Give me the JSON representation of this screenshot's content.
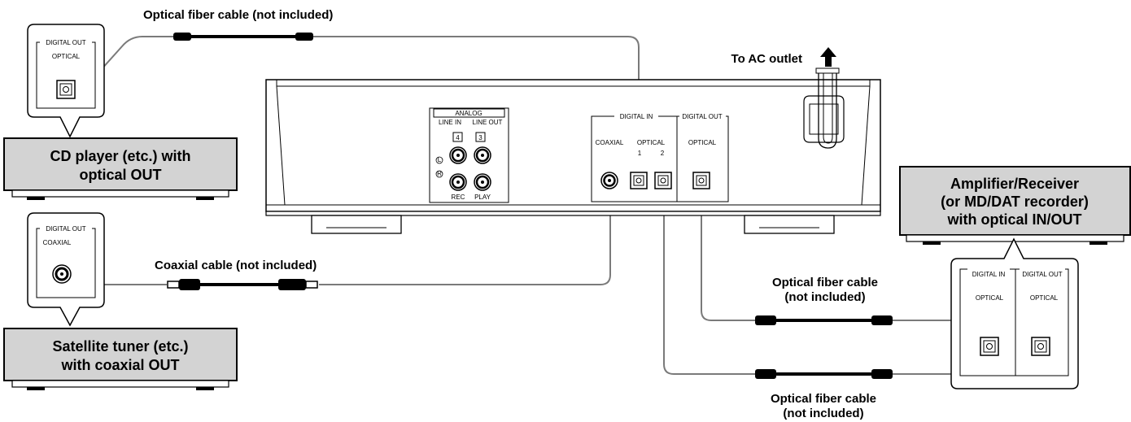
{
  "cables": {
    "top": "Optical fiber cable (not included)",
    "coax": "Coaxial cable (not included)",
    "opt_a_1": "Optical fiber cable",
    "opt_a_2": "(not included)",
    "opt_b_1": "Optical fiber cable",
    "opt_b_2": "(not included)"
  },
  "ac_outlet": "To AC outlet",
  "cd_callout": {
    "group": "DIGITAL OUT",
    "jack": "OPTICAL"
  },
  "cd_device": {
    "line1": "CD player (etc.) with",
    "line2": "optical OUT"
  },
  "sat_callout": {
    "group": "DIGITAL OUT",
    "jack": "COAXIAL"
  },
  "sat_device": {
    "line1": "Satellite tuner (etc.)",
    "line2": "with coaxial OUT"
  },
  "amp_device": {
    "line1": "Amplifier/Receiver",
    "line2": "(or MD/DAT recorder)",
    "line3": "with optical IN/OUT"
  },
  "amp_callout": {
    "in_group": "DIGITAL IN",
    "out_group": "DIGITAL OUT",
    "in_jack": "OPTICAL",
    "out_jack": "OPTICAL"
  },
  "panel": {
    "analog": "ANALOG",
    "line_in": "LINE IN",
    "line_out": "LINE OUT",
    "num_in": "4",
    "num_out": "3",
    "left_mark": "L",
    "right_mark": "R",
    "rec": "REC",
    "play": "PLAY",
    "digital_in": "DIGITAL IN",
    "digital_out": "DIGITAL OUT",
    "coaxial": "COAXIAL",
    "optical": "OPTICAL",
    "optical_1": "1",
    "optical_2": "2",
    "optical_out": "OPTICAL"
  },
  "colors": {
    "wire": "#7a7a7a",
    "device_fill": "#d3d3d3",
    "cable": "#000000"
  }
}
